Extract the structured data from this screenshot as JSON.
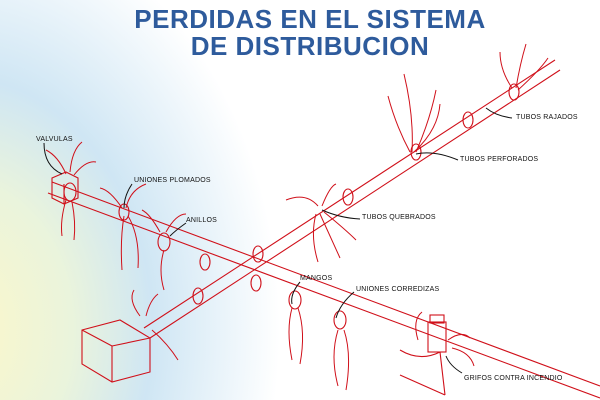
{
  "title": {
    "line1": "PERDIDAS EN EL SISTEMA",
    "line2": "DE DISTRIBUCION"
  },
  "labels": {
    "valvulas": "VALVULAS",
    "uniones_plomados": "UNIONES PLOMADOS",
    "anillos": "ANILLOS",
    "tubos_quebrados": "TUBOS QUEBRADOS",
    "tubos_perforados": "TUBOS PERFORADOS",
    "tubos_rajados": "TUBOS RAJADOS",
    "mangos": "MANGOS",
    "uniones_corredizas": "UNIONES CORREDIZAS",
    "grifos_contra_incendio": "GRIFOS CONTRA INCENDIO"
  },
  "colors": {
    "title": "#2e5b9c",
    "pipe": "#d0101a",
    "label": "#111111"
  }
}
